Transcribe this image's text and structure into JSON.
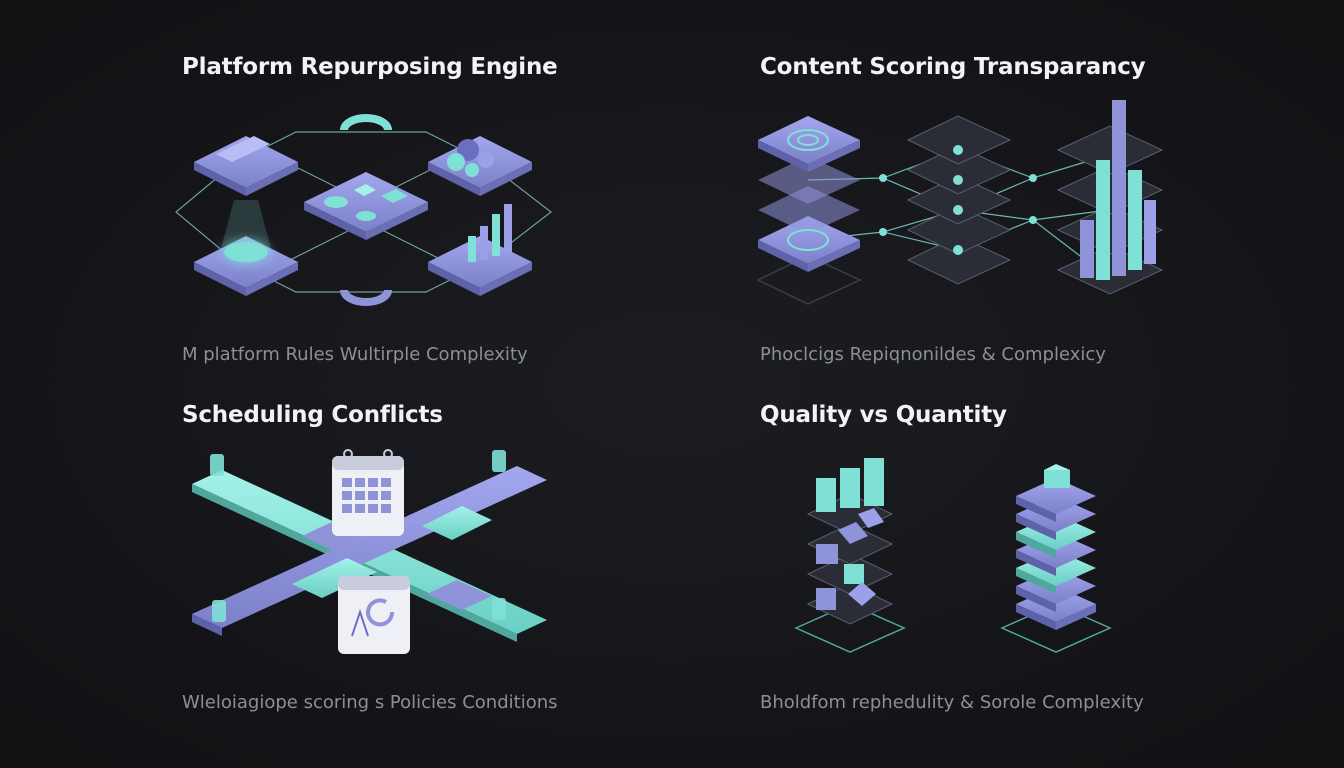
{
  "panels": [
    {
      "title": "Platform Repurposing Engine",
      "caption": "M platform Rules Wultirple Complexity",
      "illustration": "network-icon"
    },
    {
      "title": "Content Scoring Transparancy",
      "caption": "Phoclcigs Repiqnonildes & Complexicy",
      "illustration": "layers-icon"
    },
    {
      "title": "Scheduling Conflicts",
      "caption": "Wleloiagiope scoring s Policies Conditions",
      "illustration": "calendar-icon"
    },
    {
      "title": "Quality vs Quantity",
      "caption": "Bholdfom rephedulity & Sorole Complexity",
      "illustration": "stack-icon"
    }
  ],
  "colors": {
    "background": "#141418",
    "lavender": "#8f93d8",
    "teal": "#7fe0d6",
    "title": "#f2f3f6",
    "caption": "#8d8f97"
  }
}
